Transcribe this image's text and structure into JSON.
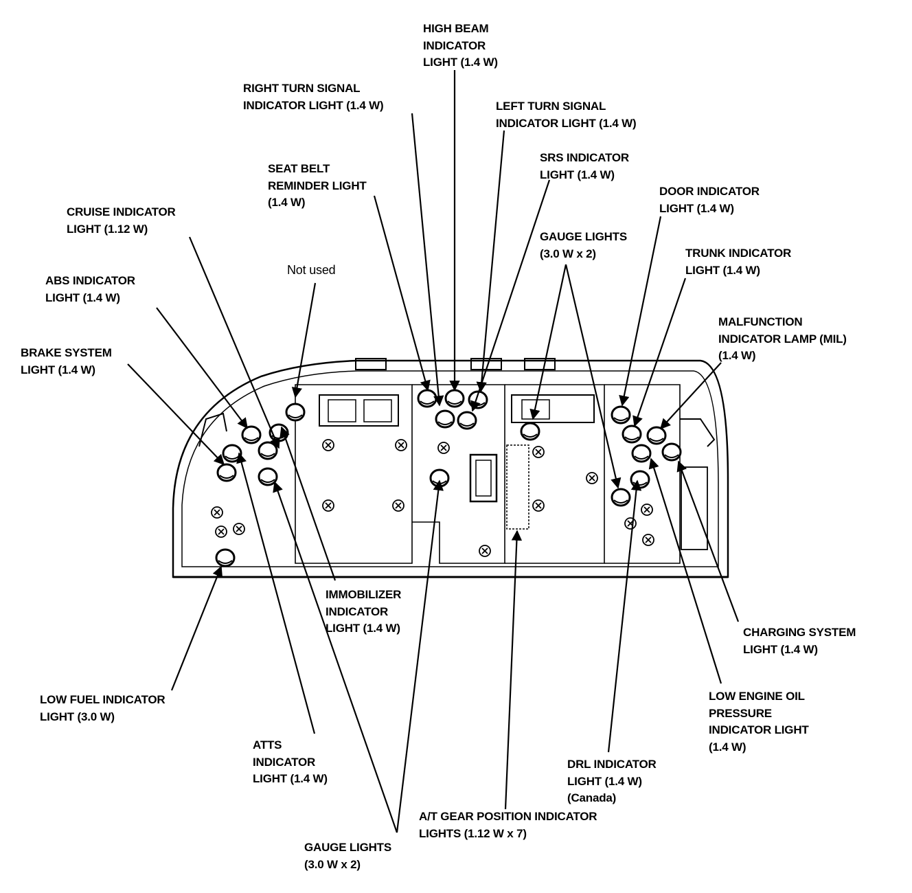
{
  "labels": {
    "high_beam": [
      "HIGH BEAM",
      "INDICATOR",
      "LIGHT (1.4 W)"
    ],
    "right_turn": [
      "RIGHT TURN SIGNAL",
      "INDICATOR LIGHT (1.4 W)"
    ],
    "left_turn": [
      "LEFT TURN SIGNAL",
      "INDICATOR LIGHT (1.4 W)"
    ],
    "srs": [
      "SRS INDICATOR",
      "LIGHT (1.4 W)"
    ],
    "seat_belt": [
      "SEAT BELT",
      "REMINDER LIGHT",
      "(1.4 W)"
    ],
    "door": [
      "DOOR INDICATOR",
      "LIGHT (1.4 W)"
    ],
    "cruise": [
      "CRUISE INDICATOR",
      "LIGHT (1.12 W)"
    ],
    "gauge_top": [
      "GAUGE LIGHTS",
      "(3.0 W x 2)"
    ],
    "trunk": [
      "TRUNK INDICATOR",
      "LIGHT (1.4 W)"
    ],
    "not_used": [
      "Not used"
    ],
    "abs": [
      "ABS INDICATOR",
      "LIGHT (1.4 W)"
    ],
    "mil": [
      "MALFUNCTION",
      "INDICATOR LAMP (MIL)",
      "(1.4 W)"
    ],
    "brake": [
      "BRAKE SYSTEM",
      "LIGHT (1.4 W)"
    ],
    "immobilizer": [
      "IMMOBILIZER",
      "INDICATOR",
      "LIGHT (1.4 W)"
    ],
    "charging": [
      "CHARGING SYSTEM",
      "LIGHT (1.4 W)"
    ],
    "low_oil": [
      "LOW ENGINE OIL",
      "PRESSURE",
      "INDICATOR LIGHT",
      "(1.4 W)"
    ],
    "low_fuel": [
      "LOW FUEL INDICATOR",
      "LIGHT (3.0 W)"
    ],
    "atts": [
      "ATTS",
      "INDICATOR",
      "LIGHT (1.4 W)"
    ],
    "drl": [
      "DRL INDICATOR",
      "LIGHT (1.4 W)",
      "(Canada)"
    ],
    "at_gear": [
      "A/T GEAR POSITION INDICATOR",
      "LIGHTS (1.12 W x 7)"
    ],
    "gauge_bottom": [
      "GAUGE LIGHTS",
      "(3.0 W x 2)"
    ]
  }
}
